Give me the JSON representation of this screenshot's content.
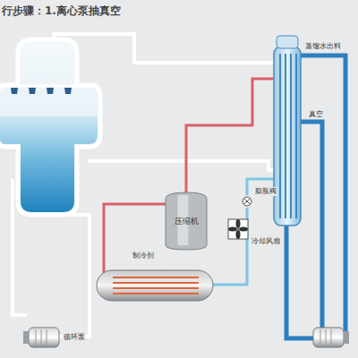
{
  "diagram": {
    "title": "行步骤：1.离心泵抽真空",
    "nodes": [
      {
        "text": [
          "压缩机"
        ]
      }
    ],
    "labels": [
      "蒸馏水出料",
      "真空",
      "膨胀阀",
      "冷却风扇",
      "制冷剂",
      "循环泵"
    ]
  }
}
